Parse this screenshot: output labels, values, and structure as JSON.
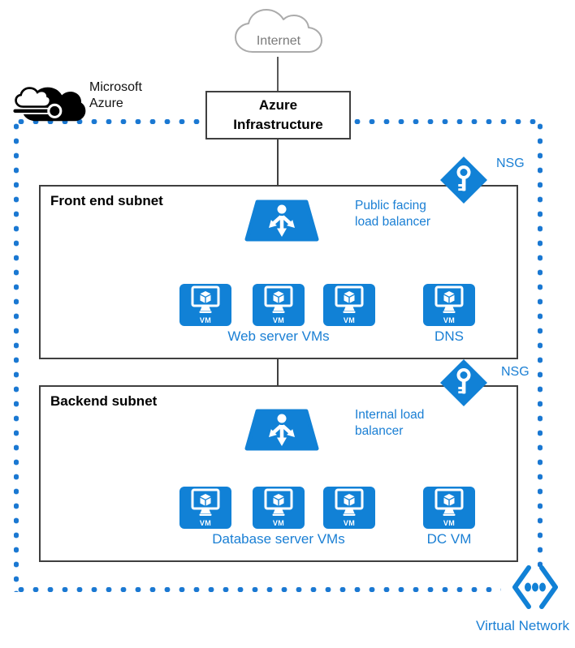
{
  "internet": {
    "label": "Internet"
  },
  "azure_logo": {
    "line1": "Microsoft",
    "line2": "Azure"
  },
  "azure_infrastructure": {
    "line1": "Azure",
    "line2": "Infrastructure"
  },
  "front_subnet": {
    "title": "Front end subnet",
    "nsg": "NSG",
    "lb_line1": "Public facing",
    "lb_line2": "load balancer",
    "vm_group": "Web server VMs",
    "single_vm": "DNS"
  },
  "back_subnet": {
    "title": "Backend subnet",
    "nsg": "NSG",
    "lb_line1": "Internal load",
    "lb_line2": "balancer",
    "vm_group": "Database server VMs",
    "single_vm": "DC VM"
  },
  "vm_badge": "VM",
  "virtual_network": {
    "label": "Virtual Network"
  },
  "icons": {
    "internet": "cloud-outline-icon",
    "azure_logo": "azure-cloud-icon",
    "nsg": "key-diamond-icon",
    "load_balancer": "load-balancer-icon",
    "vm": "vm-monitor-icon",
    "virtual_network": "vnet-chevron-icon"
  },
  "colors": {
    "azure_blue": "#1181d6",
    "text_blue": "#1a7fd4",
    "dot_blue": "#1a78d2",
    "line_dark": "#404040",
    "box_border": "#3f3f3f",
    "internet_gray": "#7a7a7a",
    "cloud_stroke": "#ababab",
    "logo_black": "#000000"
  }
}
